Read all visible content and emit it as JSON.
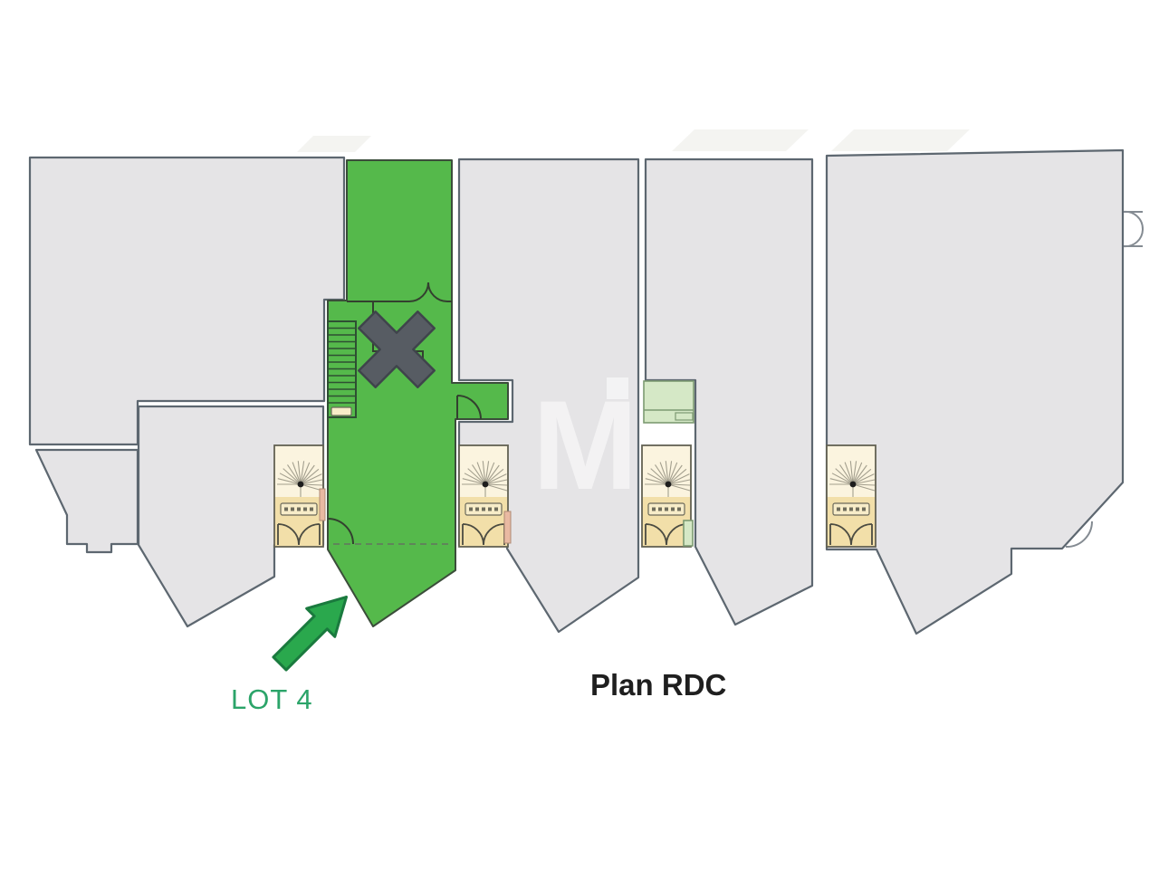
{
  "texts": {
    "caption": "Plan RDC",
    "lot_label": "LOT 4",
    "watermark_letter": "M"
  },
  "icons": {
    "x_marker": "cross-x-shape",
    "arrow": "northeast-arrow",
    "spiral_stair": "radial-fan-staircase",
    "door": "quarter-arc-door-swing",
    "double_door": "butterfly-double-door"
  },
  "colors": {
    "page_bg": "#ffffff",
    "unit_fill": "#e5e4e6",
    "unit_stroke": "#5d6770",
    "lot_green": "#55b94b",
    "lot_stroke": "#3b4d3a",
    "tread_stroke": "#2e4f33",
    "stair_top_fill": "#fbf4df",
    "stair_tan_fill": "#f2dfa9",
    "stair_stroke": "#636253",
    "door_stroke": "#4c4c42",
    "x_marker_fill": "#575c63",
    "x_marker_stroke": "#3f444b",
    "arrow_fill": "#2aa84d",
    "arrow_stroke": "#1a7a3e",
    "lot_text": "#2ba469",
    "caption_text": "#1f1f1f",
    "pale_box_fill": "#d5e8c6",
    "pale_box_stroke": "#7d9a72",
    "salmon_accent": "#e9b9a2",
    "watermark_fill": "#ffffff"
  }
}
